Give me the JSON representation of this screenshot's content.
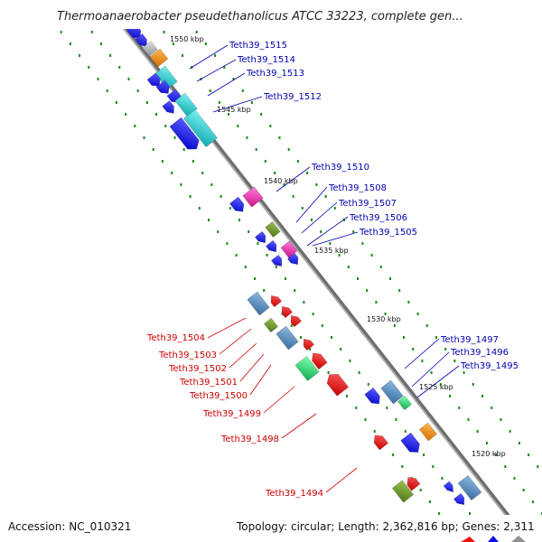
{
  "title": "Thermoanaerobacter pseudethanolicus ATCC 33223, complete gen...",
  "accession": "Accession: NC_010321",
  "summary": "Topology: circular; Length: 2,362,816 bp; Genes: 2,311",
  "colors": {
    "backbone": "#8c8c8c",
    "tick_dots": "#1a8a1a",
    "forward_label": "#0000b0",
    "reverse_label": "#cc0000",
    "gene_blue": "#1010e8",
    "gene_cyan": "#20c8c8",
    "gene_steel": "#5a8fc0",
    "gene_red": "#ee1010",
    "gene_magenta": "#f020b0",
    "gene_olive": "#6e9a28",
    "gene_orange": "#f08c10",
    "gene_green": "#20e070",
    "gene_gray": "#b0b0b0"
  },
  "kbp_markers": [
    "1550 kbp",
    "1545 kbp",
    "1540 kbp",
    "1535 kbp",
    "1530 kbp",
    "1525 kbp",
    "1520 kbp"
  ],
  "forward_genes": [
    "Teth39_1515",
    "Teth39_1514",
    "Teth39_1513",
    "Teth39_1512",
    "Teth39_1510",
    "Teth39_1508",
    "Teth39_1507",
    "Teth39_1506",
    "Teth39_1505",
    "Teth39_1497",
    "Teth39_1496",
    "Teth39_1495"
  ],
  "reverse_genes": [
    "Teth39_1504",
    "Teth39_1503",
    "Teth39_1502",
    "Teth39_1501",
    "Teth39_1500",
    "Teth39_1499",
    "Teth39_1498",
    "Teth39_1494"
  ]
}
